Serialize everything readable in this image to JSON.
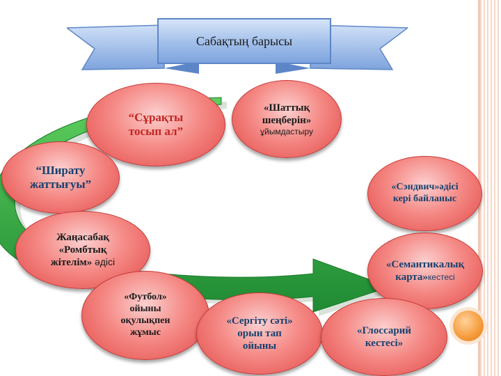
{
  "title": "Сабақтың барысы",
  "nodes": {
    "suraqty": {
      "line1": "“Сұрақты",
      "line2": "тосып ал”"
    },
    "shattyq": {
      "line1": "«Шаттық",
      "line2": "шеңберін»",
      "line3": "ұйымдастыру"
    },
    "shirata": {
      "line1": "“Ширату",
      "line2": "жаттығуы”"
    },
    "sandwich": {
      "line1": "«Сэндвич»әдісі",
      "line2": "кері байланыс"
    },
    "jana": {
      "line1": "Жаңасабақ",
      "line2": "«Ромбтық",
      "line3": "жітелім»",
      "line3b": "әдісі"
    },
    "semantic": {
      "line1": "«Семантикалық",
      "line2": "карта»",
      "line2b": "кестесі"
    },
    "football": {
      "line1": "«Футбол»",
      "line2": "ойыны",
      "line3": "оқулықпен",
      "line4": "жұмыс"
    },
    "sergitu": {
      "line1": "«Сергіту сәті»",
      "line2": "орын тап",
      "line3": "ойыны"
    },
    "glossary": {
      "line1": "«Глоссарий",
      "line2": "кестесі»"
    }
  },
  "colors": {
    "arrow": "#2ea043",
    "node": "#e8524f",
    "banner": "#9cbbe8",
    "accent_dot": "#f59a3a"
  }
}
